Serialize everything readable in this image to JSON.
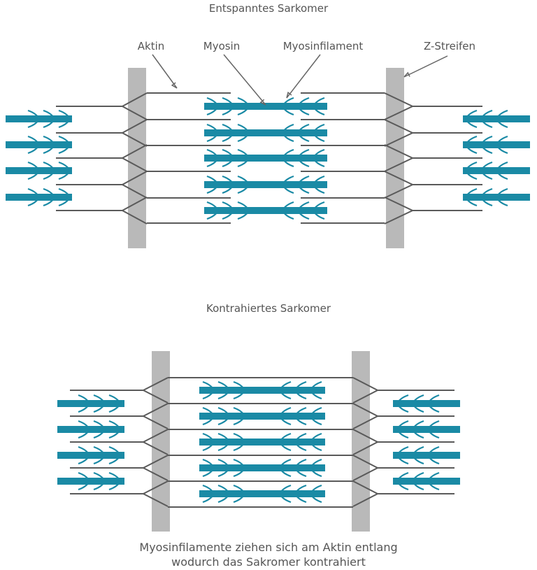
{
  "top": {
    "title": "Entspanntes Sarkomer"
  },
  "labels": {
    "aktin": "Aktin",
    "myosin": "Myosin",
    "myosinfilament": "Myosinfilament",
    "z_streifen": "Z-Streifen"
  },
  "bottom": {
    "title": "Kontrahiertes Sarkomer"
  },
  "caption": {
    "line1": "Myosinfilamente ziehen sich am Aktin entlang",
    "line2": "wodurch das Sakromer kontrahiert"
  },
  "colors": {
    "myosin": "#1a8aa5",
    "actin": "#5a5a5a",
    "z_disc": "#b9b9b9",
    "text": "#555555"
  }
}
